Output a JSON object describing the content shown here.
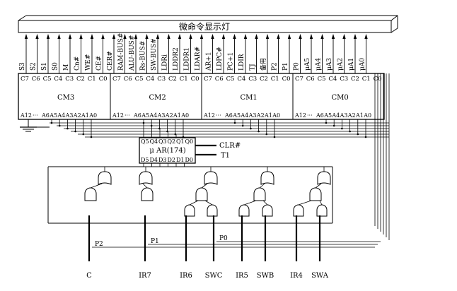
{
  "display_bar": {
    "label": "微命令显示灯"
  },
  "micro_signals": [
    "S3",
    "S2",
    "S1",
    "S0",
    "M",
    "Cn#",
    "WE#",
    "CE#",
    "CER#",
    "RAM-BUS#",
    "ALU-BUS#",
    "Rs-BUS#",
    "SW-BUS#",
    "LDRi",
    "LDDR2",
    "LDDR1",
    "LDAR#",
    "AR+1",
    "LDPC#",
    "PC+1",
    "LDIR",
    "TJ",
    "备用",
    "P2",
    "P1",
    "P0",
    "μA5",
    "μA4",
    "μA3",
    "μA2",
    "μA1",
    "μA0"
  ],
  "bit_labels": [
    "C7",
    "C6",
    "C5",
    "C4",
    "C3",
    "C2",
    "C1",
    "C0"
  ],
  "address_labels": {
    "start": "A12",
    "dots": "···",
    "rest": [
      "A6",
      "A5",
      "A4",
      "A3",
      "A2",
      "A1",
      "A0"
    ]
  },
  "memory_chips": [
    {
      "name": "CM3"
    },
    {
      "name": "CM2"
    },
    {
      "name": "CM1"
    },
    {
      "name": "CM0"
    }
  ],
  "uar": {
    "name": "μ AR(174)",
    "q_pins": [
      "Q5",
      "Q4",
      "Q3",
      "Q2",
      "Q1",
      "Q0"
    ],
    "d_pins": [
      "D5",
      "D4",
      "D3",
      "D2",
      "D1",
      "D0"
    ],
    "clr": "CLR#",
    "t1": "T1"
  },
  "wire_labels": [
    "P2",
    "P1",
    "P0"
  ],
  "bottom_inputs": [
    "C",
    "IR7",
    "IR6",
    "SWC",
    "IR5",
    "SWB",
    "IR4",
    "SWA"
  ],
  "colors": {
    "ink": "#000000",
    "paper": "#ffffff"
  }
}
